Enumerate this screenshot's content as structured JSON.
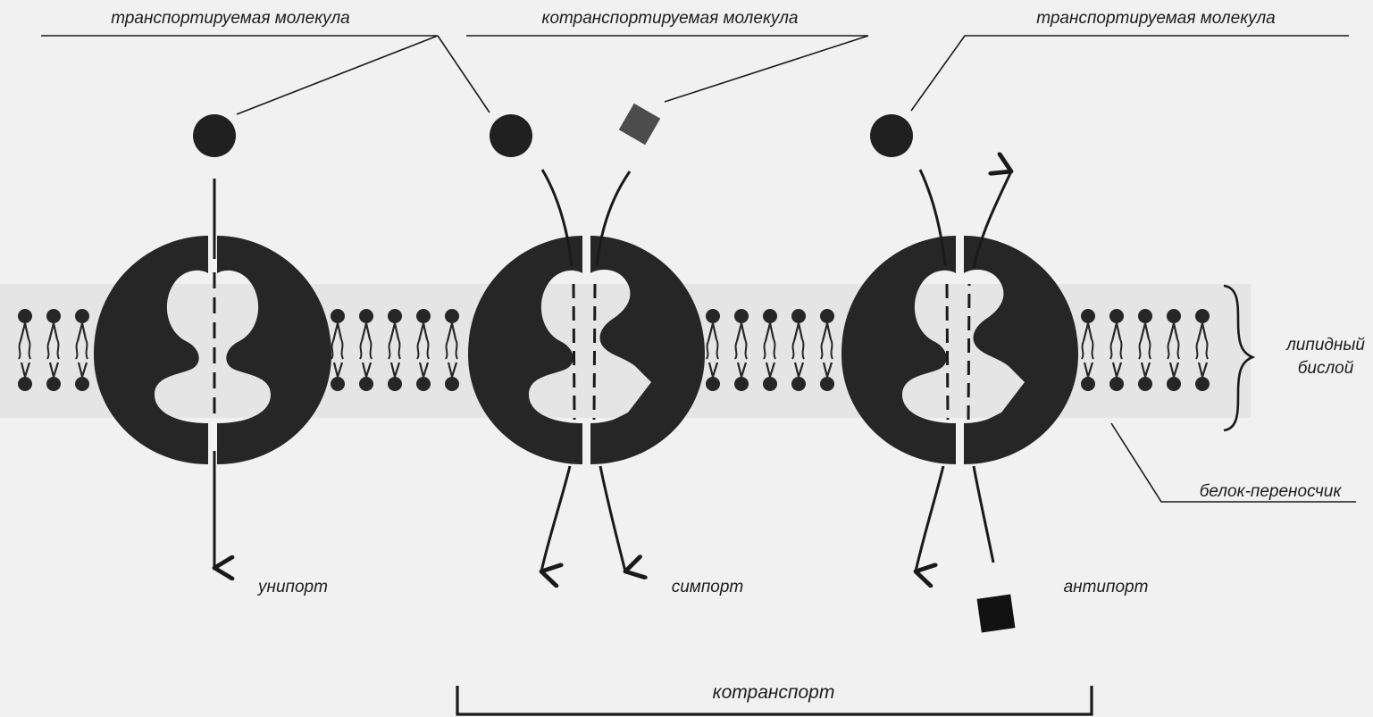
{
  "labels": {
    "transported_left": "транспортируемая  молекула",
    "cotransported": "котранспортируемая  молекула",
    "transported_right": "транспортируемая  молекула",
    "lipid_bilayer_line1": "липидный",
    "lipid_bilayer_line2": "бислой",
    "carrier_protein": "белок-переносчик",
    "uniport": "унипорт",
    "symport": "симпорт",
    "antiport": "антипорт",
    "cotransport": "котранспорт"
  },
  "colors": {
    "background": "#f1f1f1",
    "ink": "#262626",
    "cotransported_molecule": "#4c4c4c",
    "antiport_molecule": "#121212"
  }
}
